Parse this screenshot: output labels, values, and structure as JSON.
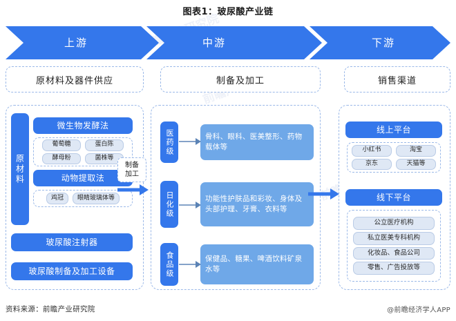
{
  "title": "图表1：玻尿酸产业链",
  "band": {
    "segments": [
      {
        "label": "上游"
      },
      {
        "label": "中游"
      },
      {
        "label": "下游"
      }
    ],
    "color": "#3477eb"
  },
  "columns": {
    "upstream": {
      "header": "原材料及器件供应",
      "vertical_label": "原材料",
      "methods": [
        {
          "name": "微生物发酵法",
          "items": [
            "葡萄糖",
            "蛋白陈",
            "酵母粉",
            "菌株等"
          ]
        },
        {
          "name": "动物提取法",
          "items": [
            "鸡冠",
            "眼睛玻璃体等"
          ]
        }
      ],
      "devices": [
        "玻尿酸注射器",
        "玻尿酸制备及加工设备"
      ]
    },
    "midstream": {
      "header": "制备及加工",
      "grades": [
        {
          "label": "医药级",
          "description": "骨科、眼科、医美整形、药物载体等"
        },
        {
          "label": "日化级",
          "description": "功能性护肤品和彩妆、身体及头部护理、牙膏、衣料等"
        },
        {
          "label": "食品级",
          "description": "保健品、糖果、啤酒饮料矿泉水等"
        }
      ]
    },
    "downstream": {
      "header": "销售渠道",
      "channels": [
        {
          "name": "线上平台",
          "items": [
            "小红书",
            "淘宝",
            "京东",
            "天猫等"
          ]
        },
        {
          "name": "线下平台",
          "items": [
            "公立医疗机构",
            "私立医美专科机构",
            "化妆品、食品公司",
            "零售、广告投放等"
          ]
        }
      ]
    }
  },
  "connectors": {
    "process_label": "制备\n加工"
  },
  "footer": {
    "source": "资料来源：前瞻产业研究院",
    "credit": "@前瞻经济学人APP"
  },
  "watermark": "前瞻产业研究院"
}
